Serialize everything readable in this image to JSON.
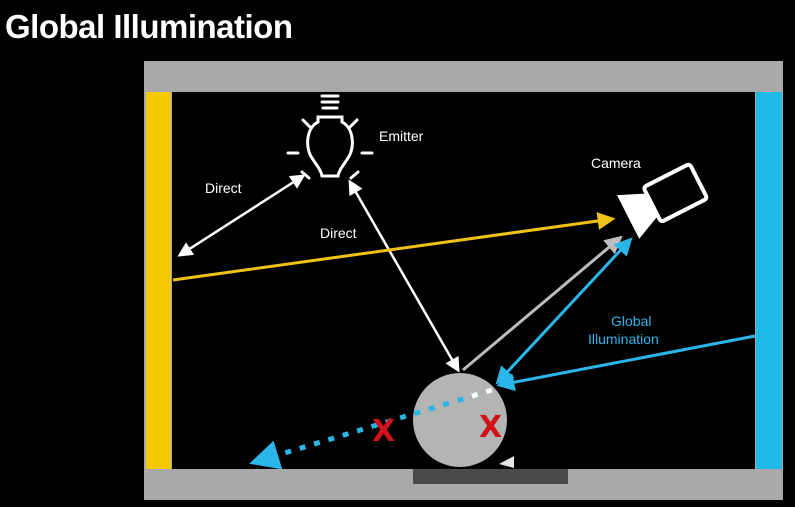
{
  "title": "Global Illumination",
  "labels": {
    "emitter": "Emitter",
    "camera": "Camera",
    "direct_left": "Direct",
    "direct_center": "Direct",
    "gi_line1": "Global",
    "gi_line2": "Illumination",
    "x_left": "X",
    "x_right": "X"
  },
  "colors": {
    "background": "#000000",
    "room_frame": "#a9a9a9",
    "yellow_wall": "#f6c800",
    "blue_wall": "#1fb9e8",
    "sphere": "#b4b4b4",
    "direct_ray": "#ffffff",
    "camera_ray": "#bdbdbd",
    "gi_ray": "#2bb6ea",
    "wall_ray": "#efc21a",
    "blocked_mark": "#d0121b",
    "floor_plate": "#4a4a4a"
  },
  "icons": [
    "light-bulb-icon",
    "camera-icon"
  ]
}
